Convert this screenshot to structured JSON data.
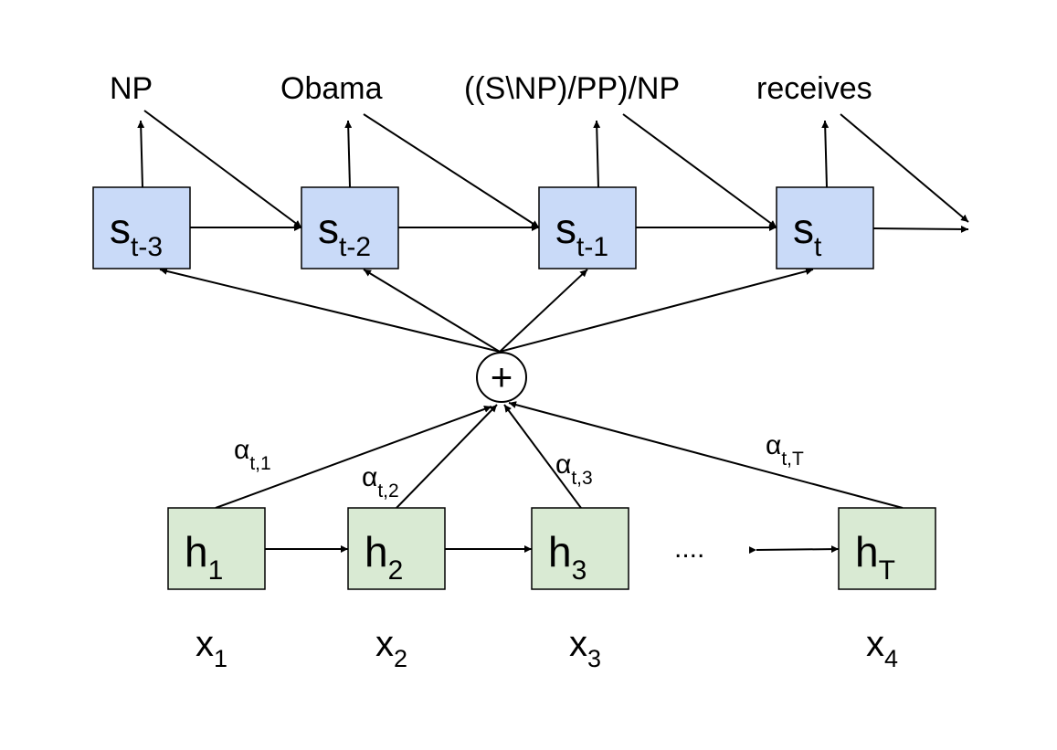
{
  "colors": {
    "decoder_fill": "#c9daf8",
    "encoder_fill": "#d9ead3",
    "stroke": "#000000",
    "background": "#ffffff"
  },
  "output_labels": [
    "NP",
    "Obama",
    "((S\\NP)/PP)/NP",
    "receives"
  ],
  "decoder_states": [
    {
      "main": "s",
      "sub": "t-3"
    },
    {
      "main": "s",
      "sub": "t-2"
    },
    {
      "main": "s",
      "sub": "t-1"
    },
    {
      "main": "s",
      "sub": "t"
    }
  ],
  "combine_symbol": "+",
  "attention_weights": [
    {
      "main": "α",
      "sub": "t,1"
    },
    {
      "main": "α",
      "sub": "t,2"
    },
    {
      "main": "α",
      "sub": "t,3"
    },
    {
      "main": "α",
      "sub": "t,T"
    }
  ],
  "encoder_states": [
    {
      "main": "h",
      "sub": "1"
    },
    {
      "main": "h",
      "sub": "2"
    },
    {
      "main": "h",
      "sub": "3"
    },
    {
      "main": "h",
      "sub": "T"
    }
  ],
  "ellipsis": "....",
  "inputs": [
    {
      "main": "x",
      "sub": "1"
    },
    {
      "main": "x",
      "sub": "2"
    },
    {
      "main": "x",
      "sub": "3"
    },
    {
      "main": "x",
      "sub": "4"
    }
  ]
}
